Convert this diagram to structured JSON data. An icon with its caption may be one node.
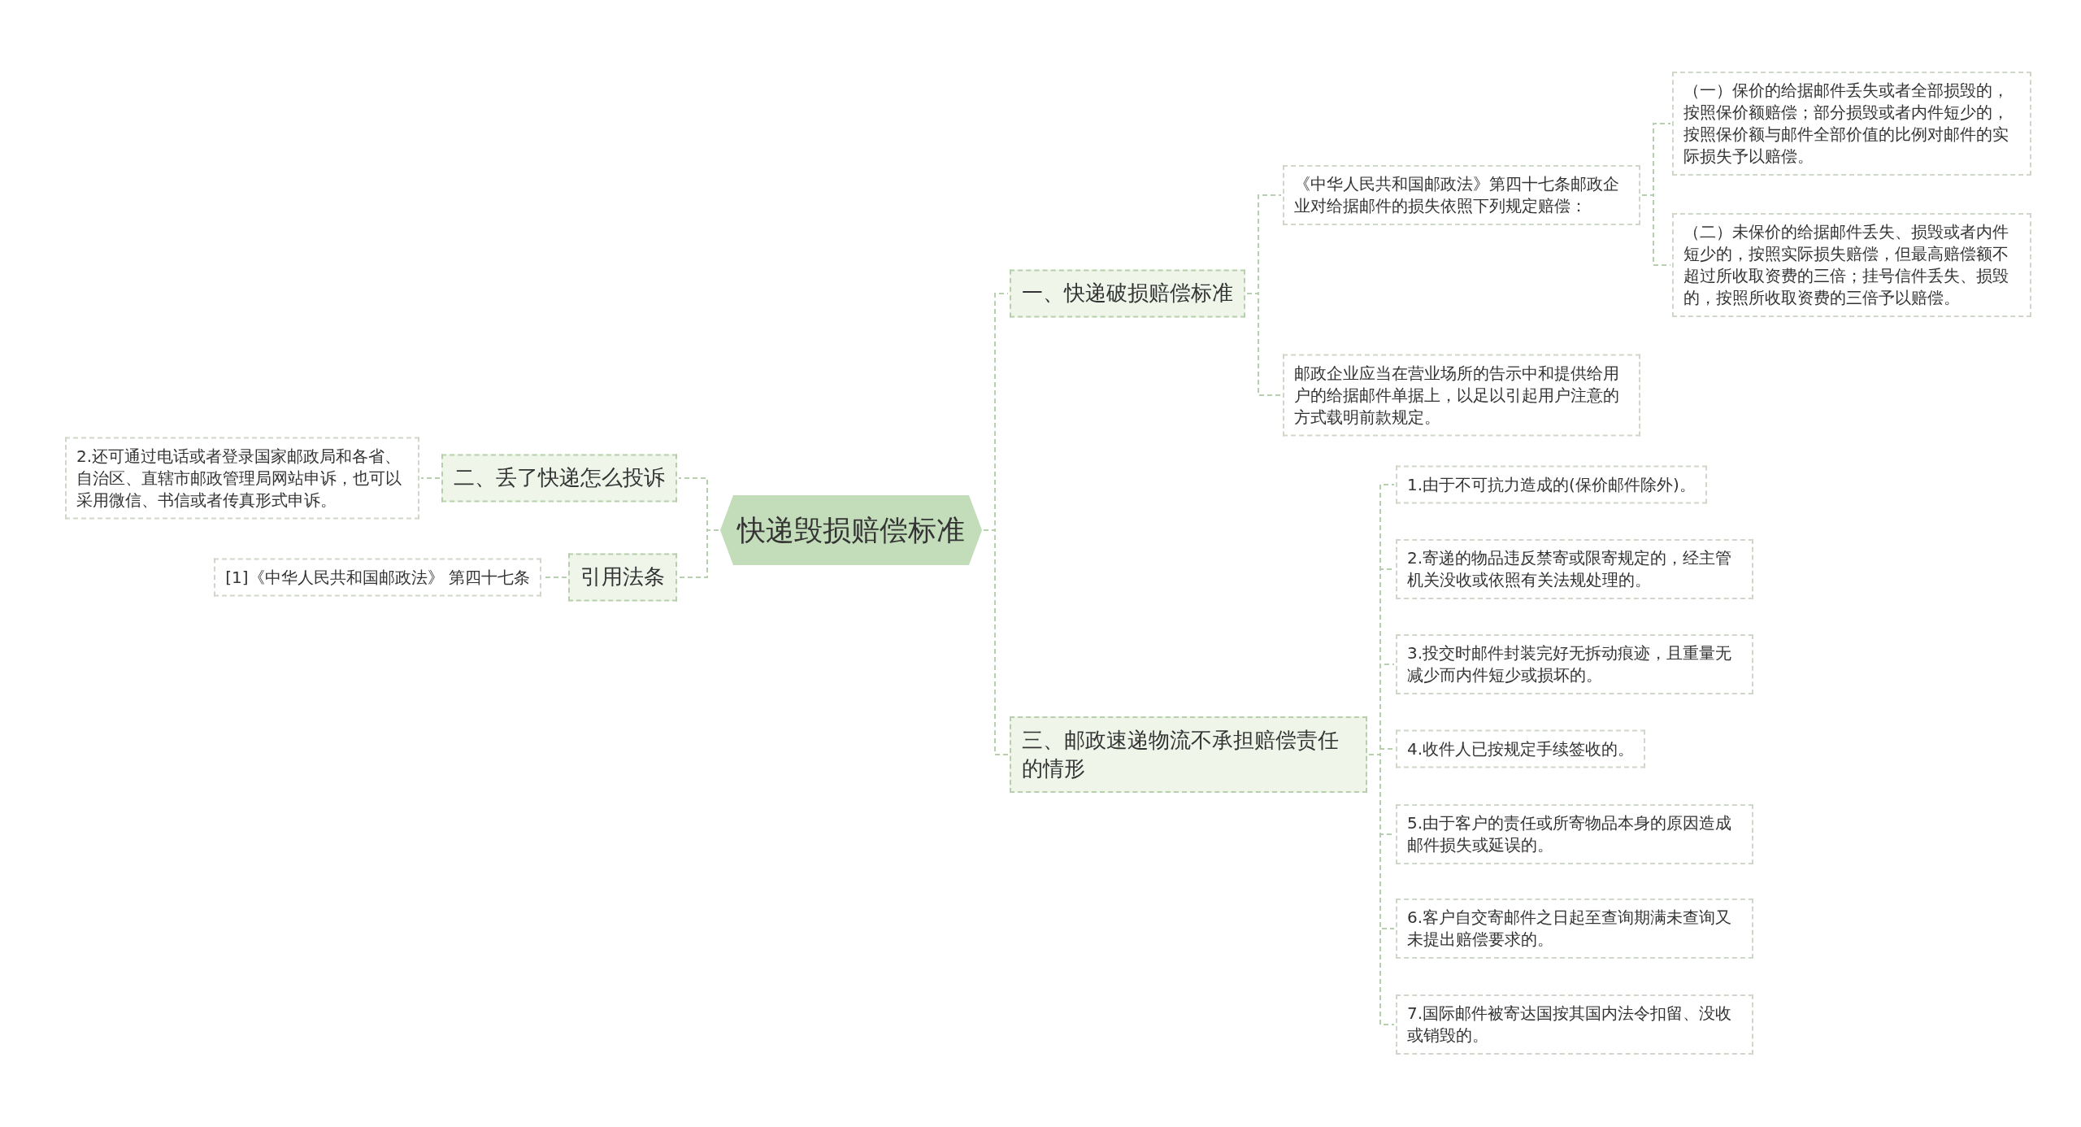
{
  "diagram": {
    "nodes": [
      {
        "text": [
          "快递毁损赔偿标准"
        ]
      },
      {
        "text": [
          "一、快递破损赔偿标准"
        ]
      },
      {
        "text": [
          "《中华人民共和国邮政法》第四十七条邮政企业对给据邮件的损失依照下列规定赔偿："
        ]
      },
      {
        "text": [
          "（一）保价的给据邮件丢失或者全部损毁的，按照保价额赔偿；部分损毁或者内件短少的，按照保价额与邮件全部价值的比例对邮件的实际损失予以赔偿。"
        ]
      },
      {
        "text": [
          "（二）未保价的给据邮件丢失、损毁或者内件短少的，按照实际损失赔偿，但最高赔偿额不超过所收取资费的三倍；挂号信件丢失、损毁的，按照所收取资费的三倍予以赔偿。"
        ]
      },
      {
        "text": [
          "邮政企业应当在营业场所的告示中和提供给用户的给据邮件单据上，以足以引起用户注意的方式载明前款规定。"
        ]
      },
      {
        "text": [
          "二、丢了快递怎么投诉"
        ]
      },
      {
        "text": [
          "2.还可通过电话或者登录国家邮政局和各省、自治区、直辖市邮政管理局网站申诉，也可以采用微信、书信或者传真形式申诉。"
        ]
      },
      {
        "text": [
          "引用法条"
        ]
      },
      {
        "text": [
          "[1]《中华人民共和国邮政法》 第四十七条"
        ]
      },
      {
        "text": [
          "三、邮政速递物流不承担赔偿责任的情形"
        ]
      },
      {
        "text": [
          "1.由于不可抗力造成的(保价邮件除外)。"
        ]
      },
      {
        "text": [
          "2.寄递的物品违反禁寄或限寄规定的，经主管机关没收或依照有关法规处理的。"
        ]
      },
      {
        "text": [
          "3.投交时邮件封装完好无拆动痕迹，且重量无减少而内件短少或损坏的。"
        ]
      },
      {
        "text": [
          "4.收件人已按规定手续签收的。"
        ]
      },
      {
        "text": [
          "5.由于客户的责任或所寄物品本身的原因造成邮件损失或延误的。"
        ]
      },
      {
        "text": [
          "6.客户自交寄邮件之日起至查询期满未查询又未提出赔偿要求的。"
        ]
      },
      {
        "text": [
          "7.国际邮件被寄达国按其国内法令扣留、没收或销毁的。"
        ]
      }
    ],
    "edges": [
      {
        "from": 0,
        "to": 1,
        "arrow": "none"
      },
      {
        "from": 1,
        "to": 2,
        "arrow": "none"
      },
      {
        "from": 2,
        "to": 3,
        "arrow": "none"
      },
      {
        "from": 2,
        "to": 4,
        "arrow": "none"
      },
      {
        "from": 1,
        "to": 5,
        "arrow": "none"
      },
      {
        "from": 0,
        "to": 6,
        "arrow": "none"
      },
      {
        "from": 6,
        "to": 7,
        "arrow": "none"
      },
      {
        "from": 0,
        "to": 8,
        "arrow": "none"
      },
      {
        "from": 8,
        "to": 9,
        "arrow": "none"
      },
      {
        "from": 0,
        "to": 10,
        "arrow": "none"
      },
      {
        "from": 10,
        "to": 11,
        "arrow": "none"
      },
      {
        "from": 10,
        "to": 12,
        "arrow": "none"
      },
      {
        "from": 10,
        "to": 13,
        "arrow": "none"
      },
      {
        "from": 10,
        "to": 14,
        "arrow": "none"
      },
      {
        "from": 10,
        "to": 15,
        "arrow": "none"
      },
      {
        "from": 10,
        "to": 16,
        "arrow": "none"
      },
      {
        "from": 10,
        "to": 17,
        "arrow": "none"
      }
    ]
  }
}
